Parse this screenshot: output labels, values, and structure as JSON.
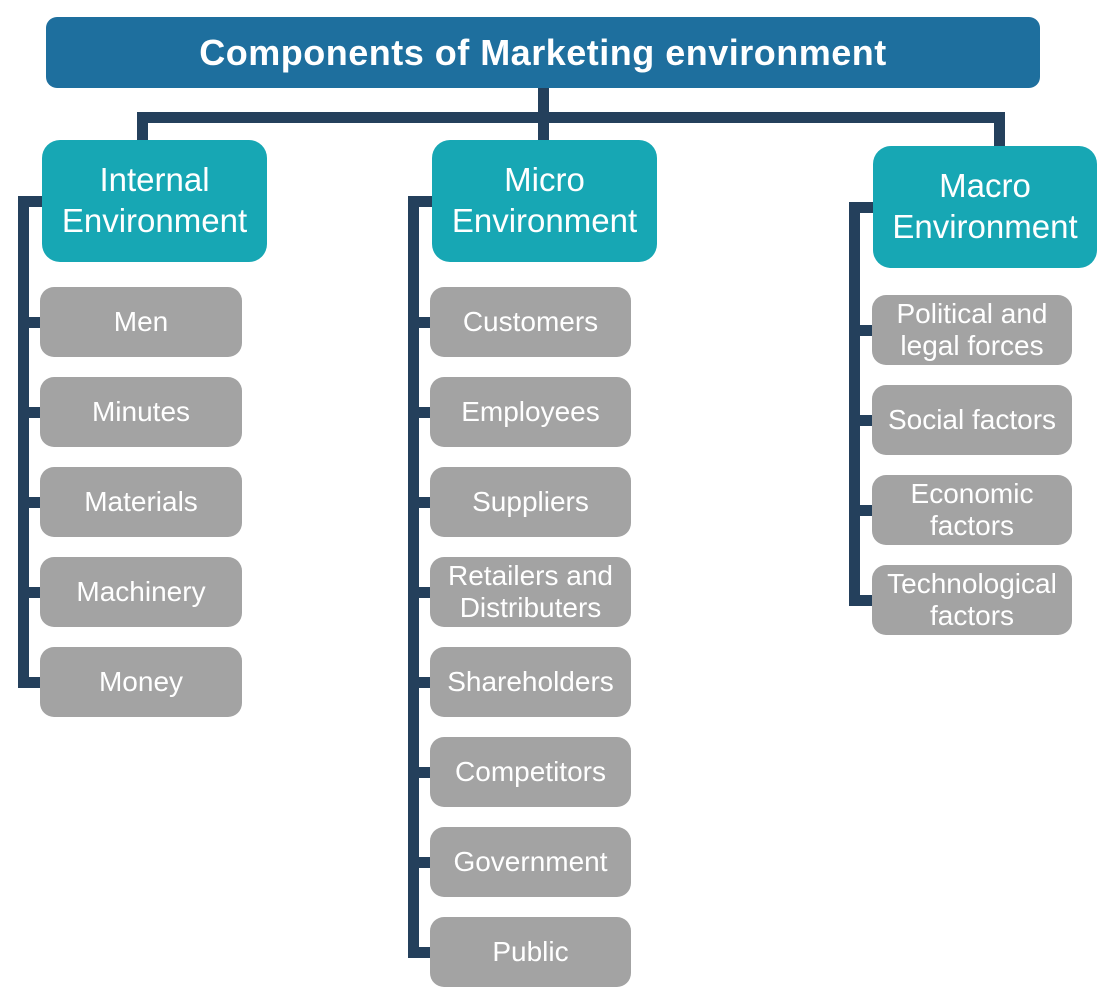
{
  "title": "Components of Marketing environment",
  "colors": {
    "title_bg": "#1e6f9e",
    "header_bg": "#17a7b4",
    "item_bg": "#a3a3a3",
    "connector": "#24405c",
    "text_color": "#ffffff",
    "background": "#ffffff"
  },
  "diagram": {
    "type": "tree",
    "root": "Components of Marketing environment",
    "branches": [
      {
        "label": "Internal Environment",
        "items": [
          "Men",
          "Minutes",
          "Materials",
          "Machinery",
          "Money"
        ]
      },
      {
        "label": "Micro Environment",
        "items": [
          "Customers",
          "Employees",
          "Suppliers",
          "Retailers and Distributers",
          "Shareholders",
          "Competitors",
          "Government",
          "Public"
        ]
      },
      {
        "label": "Macro Environment",
        "items": [
          "Political and legal forces",
          "Social factors",
          "Economic factors",
          "Technological factors"
        ]
      }
    ]
  }
}
